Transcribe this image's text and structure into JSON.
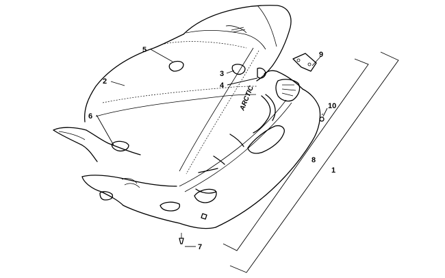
{
  "brand_text": "ARCTIC",
  "callouts": [
    {
      "id": "1",
      "label": "1"
    },
    {
      "id": "2",
      "label": "2"
    },
    {
      "id": "3",
      "label": "3"
    },
    {
      "id": "4",
      "label": "4"
    },
    {
      "id": "5",
      "label": "5"
    },
    {
      "id": "6",
      "label": "6"
    },
    {
      "id": "7",
      "label": "7"
    },
    {
      "id": "8",
      "label": "8"
    },
    {
      "id": "9",
      "label": "9"
    },
    {
      "id": "10",
      "label": "10"
    }
  ]
}
